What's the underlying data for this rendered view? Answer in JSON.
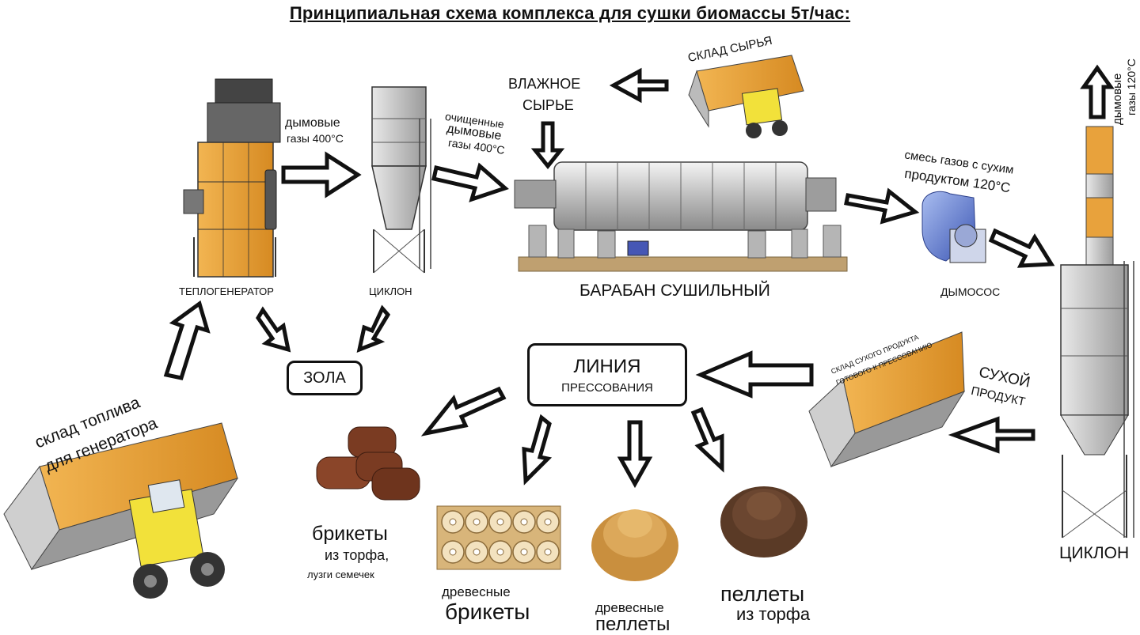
{
  "title": "Принципиальная схема комплекса для сушки биомассы 5т/час:",
  "labels": {
    "heat_generator": "ТЕПЛОГЕНЕРАТОР",
    "cyclon_small": "ЦИКЛОН",
    "drum": "БАРАБАН СУШИЛЬНЫЙ",
    "fan": "ДЫМОСОС",
    "cyclon_big": "ЦИКЛОН",
    "ash": "ЗОЛА",
    "press_line_1": "ЛИНИЯ",
    "press_line_2": "ПРЕССОВАНИЯ",
    "raw_wet_1": "ВЛАЖНОЕ",
    "raw_wet_2": "СЫРЬЕ",
    "raw_store": "СКЛАД СЫРЬЯ",
    "smoke_gas_1": "дымовые",
    "smoke_gas_2": "газы 400°С",
    "cleaned_1": "очищенные",
    "cleaned_2": "дымовые",
    "cleaned_3": "газы 400°С",
    "mix_1": "смесь газов с сухим",
    "mix_2": "продуктом 120°С",
    "exhaust_1": "дымовые",
    "exhaust_2": "газы 120°С",
    "dry_product_1": "СУХОЙ",
    "dry_product_2": "ПРОДУКТ",
    "dry_store_1": "СКЛАД СУХОГО ПРОДУКТА",
    "dry_store_2": "ГОТОВОГО К ПРЕССОВАНИЮ",
    "fuel_store_1": "склад топлива",
    "fuel_store_2": "для генератора",
    "briquettes_1": "брикеты",
    "briquettes_2": "из торфа,",
    "briquettes_3": "лузги семечек",
    "wood_briq_1": "древесные",
    "wood_briq_2": "брикеты",
    "wood_pellets_1": "древесные",
    "wood_pellets_2": "пеллеты",
    "peat_pellets_1": "пеллеты",
    "peat_pellets_2": "из торфа"
  },
  "colors": {
    "orange": "#e8a23c",
    "gray_light": "#d9d9d9",
    "gray_dark": "#555555",
    "yellow": "#f2e13a",
    "blue": "#5a72c8",
    "briquette": "#7a3b22",
    "wood": "#d8b57a",
    "pellet": "#c98f3e",
    "peat": "#5a3a26"
  }
}
